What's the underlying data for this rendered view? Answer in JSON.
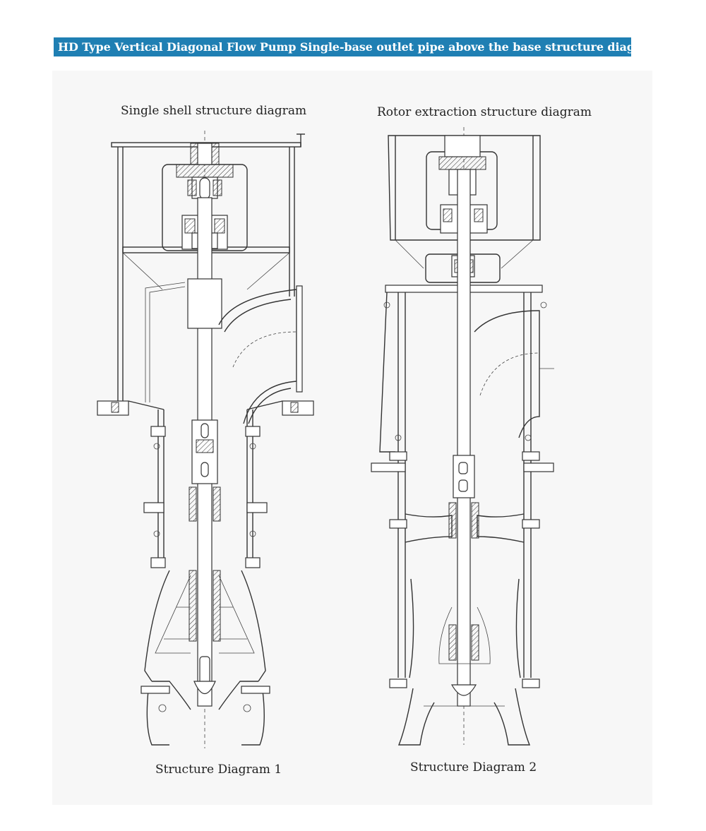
{
  "header": {
    "title": "HD Type Vertical Diagonal Flow Pump Single-base outlet pipe above the base structure diagram"
  },
  "diagram1": {
    "top_caption": "Single shell structure diagram",
    "bottom_caption": "Structure Diagram 1"
  },
  "diagram2": {
    "top_caption": "Rotor extraction structure diagram",
    "bottom_caption": "Structure Diagram 2"
  },
  "colors": {
    "title_bar": "#1f7fb3",
    "panel_bg": "#f7f7f7",
    "line": "#333333"
  }
}
